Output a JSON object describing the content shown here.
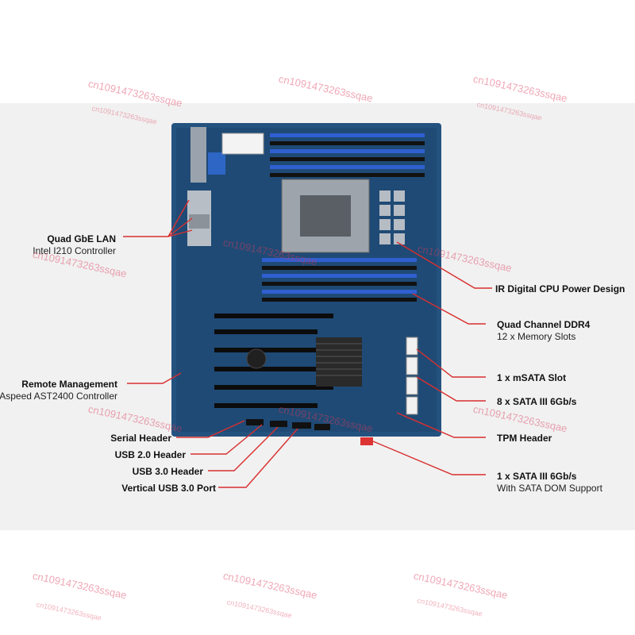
{
  "callouts": {
    "quad_gbe_lan": {
      "title": "Quad GbE LAN",
      "sub": "Intel I210 Controller"
    },
    "remote_mgmt": {
      "title": "Remote Management",
      "sub": "Aspeed AST2400 Controller"
    },
    "serial_header": {
      "title": "Serial Header"
    },
    "usb20_header": {
      "title": "USB 2.0 Header"
    },
    "usb30_header": {
      "title": "USB 3.0 Header"
    },
    "vertical_usb30": {
      "title": "Vertical USB 3.0 Port"
    },
    "ir_cpu_power": {
      "title": "IR Digital CPU Power Design"
    },
    "ddr4": {
      "title": "Quad Channel DDR4",
      "sub": "12 x Memory Slots"
    },
    "msata": {
      "title": "1 x mSATA Slot"
    },
    "sata8": {
      "title": "8 x SATA III 6Gb/s"
    },
    "tpm": {
      "title": "TPM Header"
    },
    "sata1": {
      "title": "1 x SATA III 6Gb/s",
      "sub": "With SATA DOM Support"
    }
  },
  "watermark": {
    "text": "cn1091473263ssqae"
  },
  "colors": {
    "board": "#24527f",
    "callout_line": "#d92f2f",
    "dimm": "#2f5fd0"
  }
}
